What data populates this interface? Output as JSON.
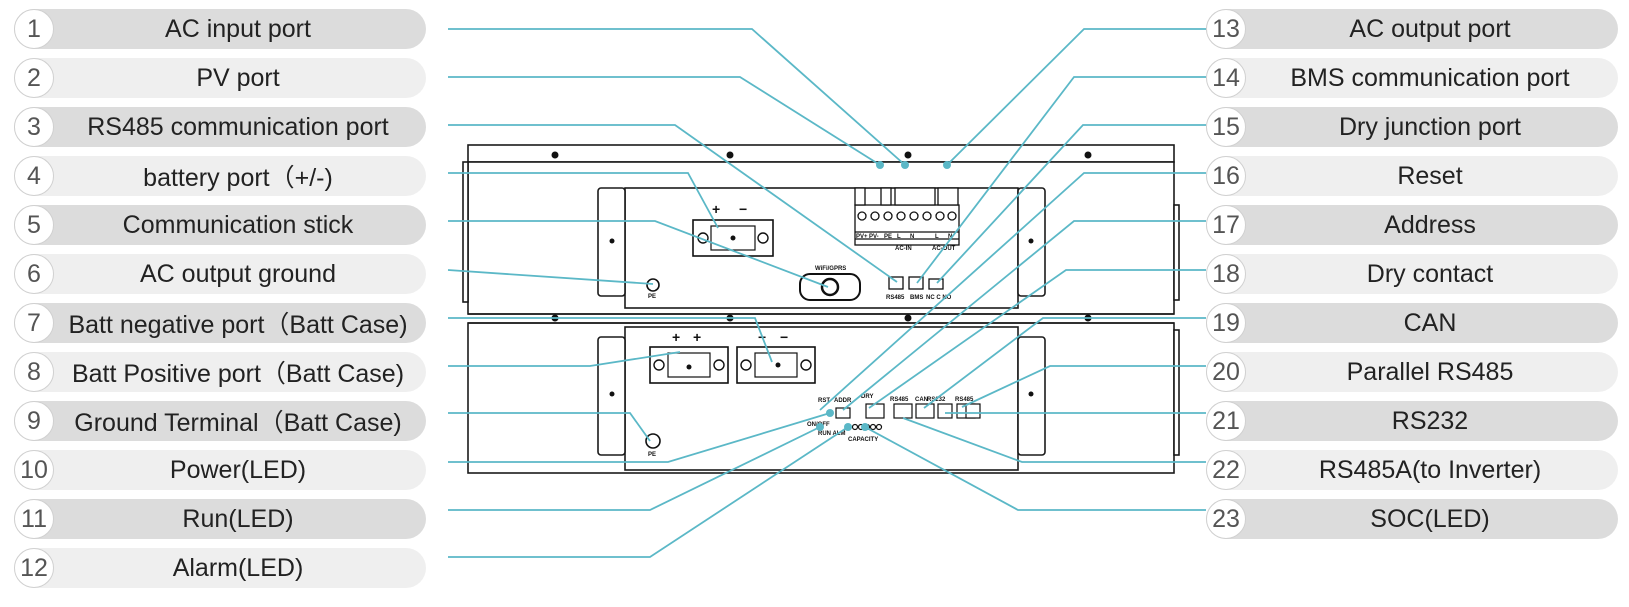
{
  "callouts_left": [
    {
      "num": "1",
      "label": "AC input port"
    },
    {
      "num": "2",
      "label": "PV port"
    },
    {
      "num": "3",
      "label": "RS485 communication port"
    },
    {
      "num": "4",
      "label": "battery port（+/-)"
    },
    {
      "num": "5",
      "label": "Communication stick"
    },
    {
      "num": "6",
      "label": "AC output ground"
    },
    {
      "num": "7",
      "label": "Batt negative port（Batt Case)"
    },
    {
      "num": "8",
      "label": "Batt Positive port（Batt Case)"
    },
    {
      "num": "9",
      "label": "Ground Terminal（Batt Case)"
    },
    {
      "num": "10",
      "label": "Power(LED)"
    },
    {
      "num": "11",
      "label": "Run(LED)"
    },
    {
      "num": "12",
      "label": "Alarm(LED)"
    }
  ],
  "callouts_right": [
    {
      "num": "13",
      "label": "AC output port"
    },
    {
      "num": "14",
      "label": "BMS communication port"
    },
    {
      "num": "15",
      "label": "Dry junction port"
    },
    {
      "num": "16",
      "label": "Reset"
    },
    {
      "num": "17",
      "label": "Address"
    },
    {
      "num": "18",
      "label": "Dry contact"
    },
    {
      "num": "19",
      "label": "CAN"
    },
    {
      "num": "20",
      "label": "Parallel RS485"
    },
    {
      "num": "21",
      "label": "RS232"
    },
    {
      "num": "22",
      "label": "RS485A(to Inverter)"
    },
    {
      "num": "23",
      "label": "SOC(LED)"
    }
  ],
  "device_labels": {
    "pv_plus": "PV+",
    "pv_minus": "PV-",
    "pe": "PE",
    "l": "L",
    "n": "N",
    "ac_in": "AC-IN",
    "ac_out": "AC-OUT",
    "wifi": "WiFi/GPRS",
    "rs485": "RS485",
    "bms": "BMS",
    "nc_c_no": "NC C NO",
    "pe_label": "PE",
    "rst": "RST",
    "addr": "ADDR",
    "on_off": "ON/OFF",
    "run_alm": "RUN ALM",
    "capacity": "CAPACITY",
    "rs485_port": "RS485",
    "can": "CAN",
    "rs232": "RS232",
    "rs485b": "RS485",
    "plus": "+",
    "minus": "−",
    "dry": "DRY"
  },
  "colors": {
    "leader": "#5bb8c7",
    "pill_dark": "#dcdcdc",
    "pill_light": "#efefef",
    "outline": "#1a1a1a"
  }
}
